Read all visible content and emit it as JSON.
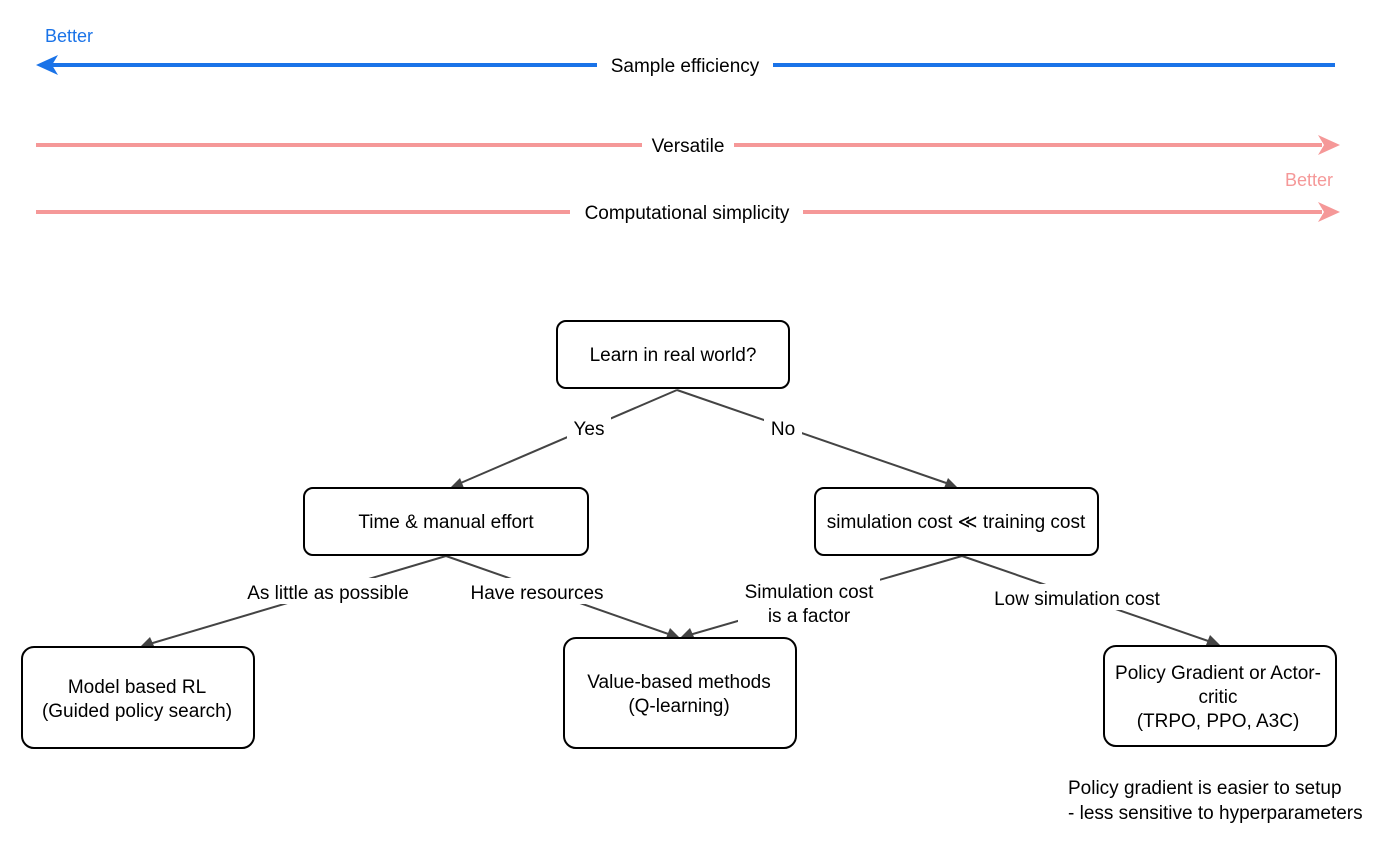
{
  "colors": {
    "blue": "#1a73e8",
    "pink": "#f59898",
    "edge": "#444444",
    "text": "#000000"
  },
  "scales": {
    "sample_efficiency": {
      "label": "Sample efficiency",
      "better": "Better",
      "direction": "left"
    },
    "versatile": {
      "label": "Versatile",
      "direction": "right"
    },
    "computational_simplicity": {
      "label": "Computational simplicity",
      "better": "Better",
      "direction": "right"
    }
  },
  "nodes": {
    "learn_real_world": {
      "lines": [
        "Learn in real world?"
      ]
    },
    "time_effort": {
      "lines": [
        "Time & manual effort"
      ]
    },
    "sim_cost": {
      "lines": [
        "simulation cost ≪ training cost"
      ]
    },
    "model_based": {
      "lines": [
        "Model based RL",
        "(Guided policy search)"
      ]
    },
    "value_based": {
      "lines": [
        "Value-based methods",
        "(Q-learning)"
      ]
    },
    "policy_gradient": {
      "lines": [
        "Policy Gradient or Actor-",
        "critic",
        "(TRPO, PPO, A3C)"
      ]
    }
  },
  "edges": {
    "yes": "Yes",
    "no": "No",
    "as_little": "As little as possible",
    "have_resources": "Have resources",
    "sim_factor": [
      "Simulation cost",
      "is a factor"
    ],
    "low_sim": "Low simulation cost"
  },
  "note": {
    "lines": [
      "Policy gradient is easier to setup",
      "- less sensitive to hyperparameters"
    ]
  }
}
